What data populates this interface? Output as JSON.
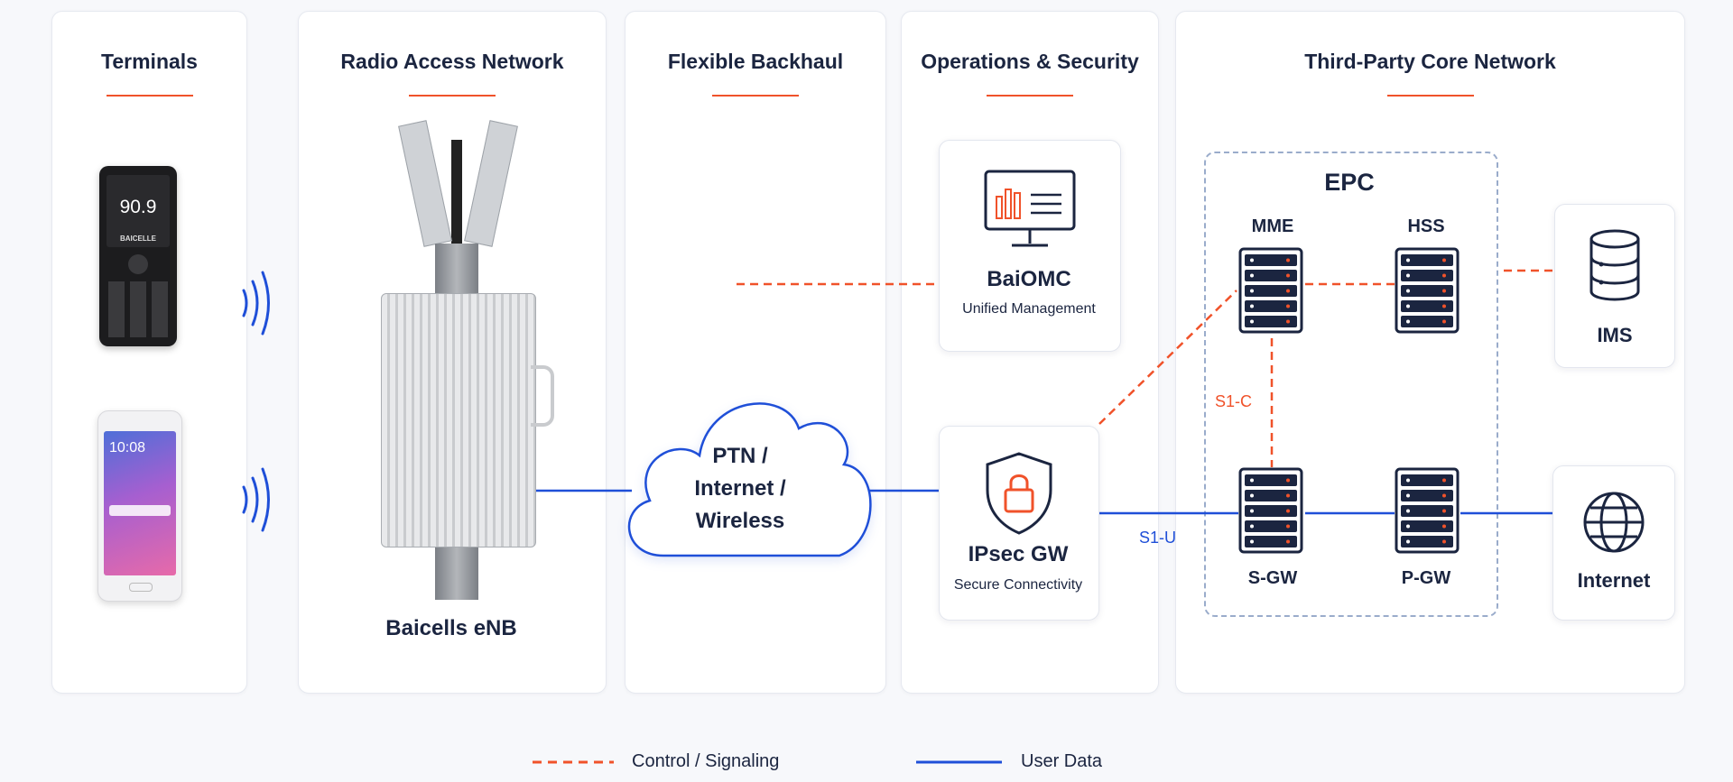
{
  "panels": {
    "terminals": "Terminals",
    "ran": "Radio Access Network",
    "backhaul": "Flexible Backhaul",
    "ops": "Operations & Security",
    "core": "Third-Party Core Network"
  },
  "devices": {
    "feature_phone": {
      "display": "90.9",
      "brand": "BAICELLE"
    },
    "smartphone": {
      "clock": "10:08"
    }
  },
  "enb": {
    "label": "Baicells eNB"
  },
  "cloud": {
    "line1": "PTN /",
    "line2": "Internet /",
    "line3": "Wireless"
  },
  "baiomc": {
    "title": "BaiOMC",
    "subtitle": "Unified Management"
  },
  "ipsec": {
    "title": "IPsec GW",
    "subtitle": "Secure Connectivity"
  },
  "epc": {
    "title": "EPC",
    "mme": "MME",
    "hss": "HSS",
    "sgw": "S-GW",
    "pgw": "P-GW"
  },
  "ims": "IMS",
  "internet": "Internet",
  "interfaces": {
    "s1c": "S1-C",
    "s1u": "S1-U"
  },
  "legend": {
    "control": "Control / Signaling",
    "user": "User Data"
  },
  "colors": {
    "accent": "#f0522a",
    "user_data": "#1f4fd8",
    "navy": "#1b2540"
  }
}
